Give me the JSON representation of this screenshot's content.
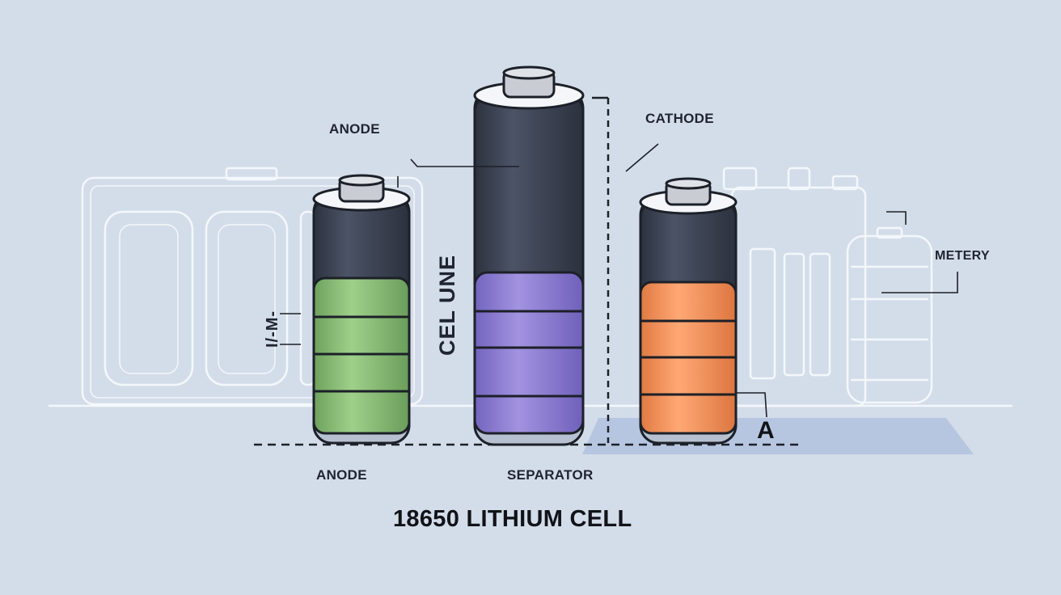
{
  "labels": {
    "anode_top": "ANODE",
    "cathode": "CATHODE",
    "metery": "METERY",
    "anode_bottom": "ANODE",
    "separator": "SEPARATOR",
    "title": "18650 LITHIUM CELL",
    "cel_une": "CEL UNE",
    "left_mark": "I/-M-",
    "a_mark": "A"
  },
  "colors": {
    "background": "#d3dde9",
    "outline": "#f4f7fb",
    "cell_dark": "#3a4150",
    "anode_fill": "#8cc07a",
    "separator_fill": "#8f7fd2",
    "cathode_fill": "#f1915a",
    "cap": "#c9ccd3",
    "floor_shadow": "#b7c6e0"
  },
  "cells": [
    {
      "name": "anode",
      "fill_level": 0.5
    },
    {
      "name": "separator",
      "fill_level": 0.5
    },
    {
      "name": "cathode",
      "fill_level": 0.6
    }
  ]
}
